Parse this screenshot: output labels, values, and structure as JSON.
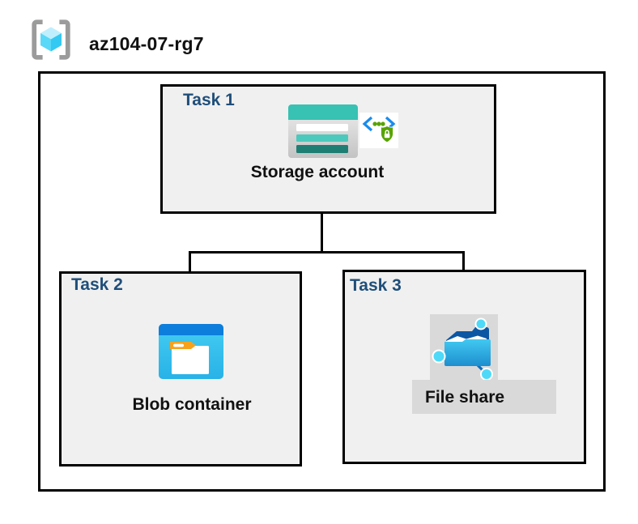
{
  "header": {
    "title": "az104-07-rg7",
    "icon": "resource-group-icon"
  },
  "diagram": {
    "tasks": [
      {
        "label": "Task 1",
        "item": "Storage account",
        "icons": [
          "storage-account-icon",
          "secure-endpoint-icon"
        ]
      },
      {
        "label": "Task 2",
        "item": "Blob container",
        "icons": [
          "blob-container-icon"
        ]
      },
      {
        "label": "Task 3",
        "item": "File share",
        "icons": [
          "file-share-icon"
        ]
      }
    ],
    "connections": [
      {
        "from": "Storage account",
        "to": "Blob container"
      },
      {
        "from": "Storage account",
        "to": "File share"
      }
    ]
  },
  "colors": {
    "task_label": "#1F4E79",
    "task_box_fill": "#F0F0F0",
    "highlight_fill": "#D9D9D9",
    "border": "#000000",
    "storage_teal": "#37C2B3",
    "storage_teal_mid": "#4CC9BD",
    "storage_teal_dark": "#1F7E74",
    "blob_bar_blue": "#0D7EDB",
    "blob_body_cyan": "#35C2EC",
    "folder_tab_orange": "#F6A21D",
    "fileshare_node_cyan": "#4FD9F8",
    "fileshare_back_navy": "#0B57A4",
    "endpoint_green": "#57A300",
    "endpoint_blue": "#1B8CEB",
    "bracket_gray": "#9B9B9B"
  }
}
